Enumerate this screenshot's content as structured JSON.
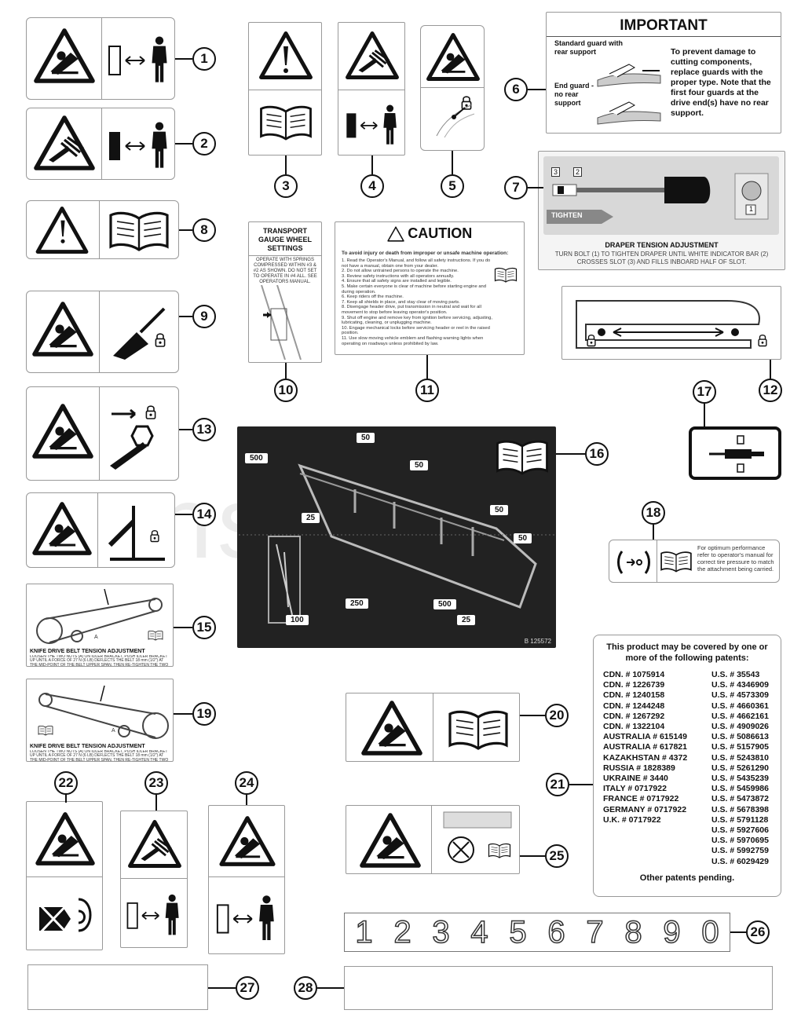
{
  "important": {
    "title": "IMPORTANT",
    "label_standard": "Standard guard with rear support",
    "label_end": "End guard - no rear support",
    "body": "To prevent damage to cutting components, replace guards with the proper type. Note that the first four guards at the drive end(s) have no rear support."
  },
  "draper": {
    "tighten": "TIGHTEN",
    "title": "DRAPER TENSION ADJUSTMENT",
    "body": "TURN BOLT (1) TO TIGHTEN DRAPER UNTIL WHITE INDICATOR BAR (2) CROSSES SLOT (3) AND FILLS INBOARD HALF OF SLOT.",
    "n1": "1",
    "n2": "2",
    "n3": "3"
  },
  "transport": {
    "title": "TRANSPORT GAUGE WHEEL SETTINGS",
    "body": "OPERATE WITH SPRINGS COMPRESSED WITHIN #3 & #2 AS SHOWN. DO NOT SET TO OPERATE IN #4 ALL. SEE OPERATORS MANUAL."
  },
  "caution": {
    "title": "CAUTION",
    "intro": "To avoid injury or death from improper or unsafe machine operation:",
    "items": [
      "1. Read the Operator's Manual, and follow all safety instructions. If you do not have a manual, obtain one from your dealer.",
      "2. Do not allow untrained persons to operate the machine.",
      "3. Review safety instructions with all operators annually.",
      "4. Ensure that all safety signs are installed and legible.",
      "5. Make certain everyone is clear of machine before starting engine and during operation.",
      "6. Keep riders off the machine.",
      "7. Keep all shields in place, and stay clear of moving parts.",
      "8. Disengage header drive, put transmission in neutral and wait for all movement to stop before leaving operator's position.",
      "9. Shut off engine and remove key from ignition before servicing, adjusting, lubricating, cleaning, or unplugging machine.",
      "10. Engage mechanical locks before servicing header or reel in the raised position.",
      "11. Use slow moving vehicle emblem and flashing warning lights when operating on roadways unless prohibited by law."
    ]
  },
  "lube": {
    "labels": [
      "50",
      "500",
      "50",
      "25",
      "50",
      "50",
      "250",
      "500",
      "100",
      "25"
    ],
    "code": "B 125572"
  },
  "tire": {
    "body": "For optimum performance refer to operator's manual for correct tire pressure to match the attachment being carried."
  },
  "belt": {
    "title": "KNIFE DRIVE BELT TENSION ADJUSTMENT",
    "body": "LOOSEN THE TWO NUTS (A) ON IDLER BRACKET, PUSH IDLER BRACKET UP UNTIL A FORCE OF 27 N (6 LB) DEFLECTS THE BELT 18 mm (1/2\") AT THE MID-POINT OF THE BELT UPPER SPAN. THEN RE-TIGHTEN THE TWO NUTS TO 54-68 FT LBF.",
    "marker": "A"
  },
  "patents": {
    "header": "This product may be covered by one or more of the following patents:",
    "left": [
      "CDN. # 1075914",
      "CDN. # 1226739",
      "CDN. # 1240158",
      "CDN. # 1244248",
      "CDN. # 1267292",
      "CDN. # 1322104",
      "AUSTRALIA # 615149",
      "AUSTRALIA # 617821",
      "KAZAKHSTAN # 4372",
      "RUSSIA # 1828389",
      "UKRAINE # 3440",
      "ITALY # 0717922",
      "FRANCE # 0717922",
      "GERMANY # 0717922",
      "U.K. # 0717922"
    ],
    "right": [
      "U.S. # 35543",
      "U.S. # 4346909",
      "U.S. # 4573309",
      "U.S. # 4660361",
      "U.S. # 4662161",
      "U.S. # 4909026",
      "U.S. # 5086613",
      "U.S. # 5157905",
      "U.S. # 5243810",
      "U.S. # 5261290",
      "U.S. # 5435239",
      "U.S. # 5459986",
      "U.S. # 5473872",
      "U.S. # 5678398",
      "U.S. # 5791128",
      "U.S. # 5927606",
      "U.S. # 5970695",
      "U.S. # 5992759",
      "U.S. # 6029429"
    ],
    "footer": "Other patents pending."
  },
  "digits": [
    "1",
    "2",
    "3",
    "4",
    "5",
    "6",
    "7",
    "8",
    "9",
    "0"
  ],
  "callouts": [
    "1",
    "2",
    "3",
    "4",
    "5",
    "6",
    "7",
    "8",
    "9",
    "10",
    "11",
    "12",
    "13",
    "14",
    "15",
    "16",
    "17",
    "18",
    "19",
    "20",
    "21",
    "22",
    "23",
    "24",
    "25",
    "26",
    "27",
    "28"
  ],
  "watermark": "ans         s.ru",
  "colors": {
    "line": "#111111",
    "border": "#999999",
    "panel": "#222222"
  },
  "icons": [
    "warning-triangle-icon",
    "operator-manual-icon",
    "safe-distance-person-icon",
    "lock-icon",
    "grease-gun-icon",
    "tire-pressure-icon"
  ]
}
